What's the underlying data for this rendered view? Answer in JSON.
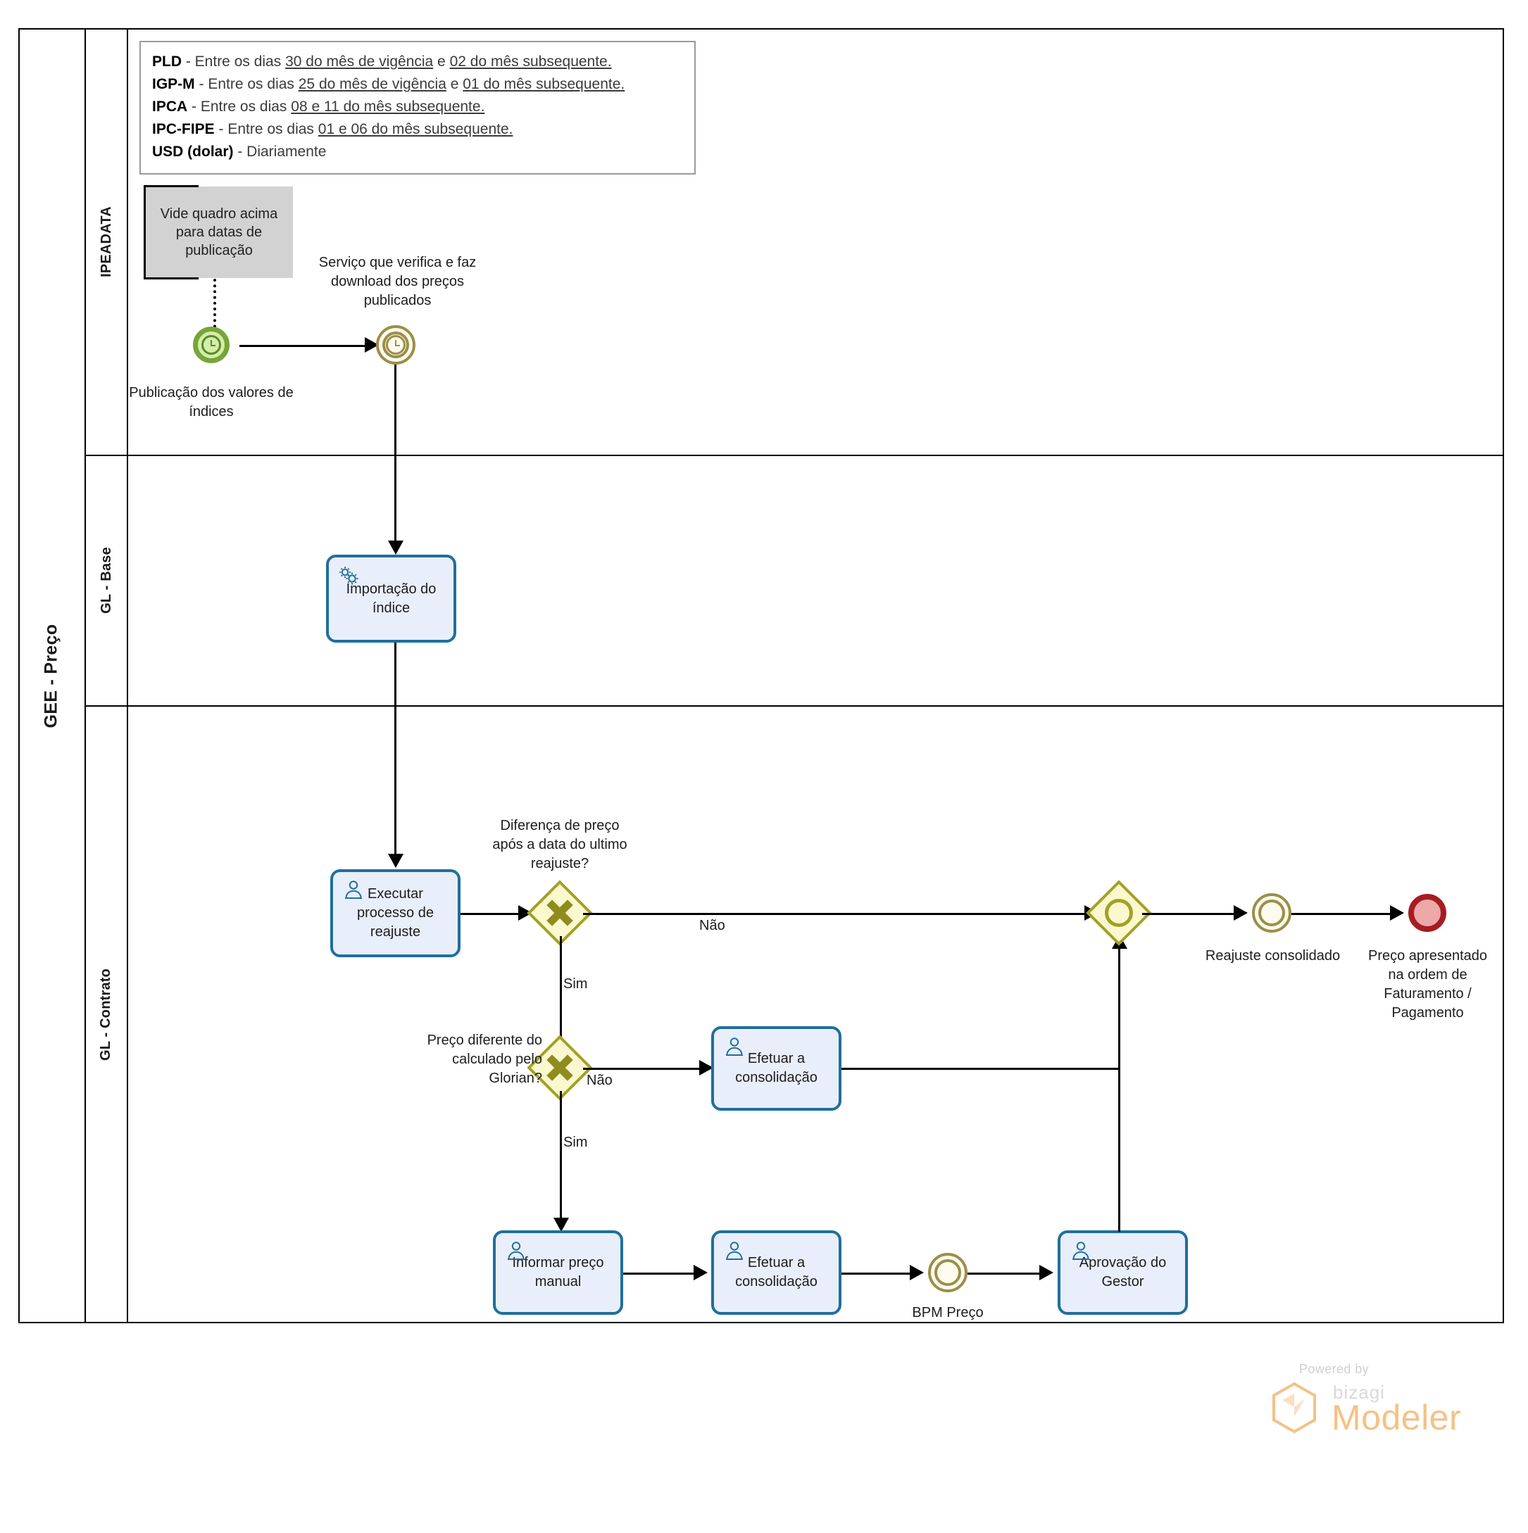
{
  "pool": {
    "label": "GEE - Preço"
  },
  "lanes": [
    {
      "id": "ipeadata",
      "label": "IPEADATA"
    },
    {
      "id": "gl-base",
      "label": "GL - Base"
    },
    {
      "id": "gl-contrato",
      "label": "GL - Contrato"
    }
  ],
  "note_box": {
    "lines": [
      {
        "term": "PLD",
        "dash": " - ",
        "pre": "Entre os dias ",
        "u1": "30 do mês de vigência",
        "mid": " e ",
        "u2": "02 do mês subsequente.",
        "post": ""
      },
      {
        "term": "IGP-M",
        "dash": " - ",
        "pre": "Entre os dias ",
        "u1": "25 do mês de vigência",
        "mid": " e ",
        "u2": "01 do mês subsequente.",
        "post": ""
      },
      {
        "term": "IPCA",
        "dash": " - ",
        "pre": "Entre os dias ",
        "u1": "08 e 11 do mês subsequente.",
        "mid": "",
        "u2": "",
        "post": ""
      },
      {
        "term": "IPC-FIPE",
        "dash": " - ",
        "pre": "Entre os dias ",
        "u1": "01 e 06 do mês subsequente.",
        "mid": "",
        "u2": "",
        "post": ""
      },
      {
        "term": "USD (dolar)",
        "dash": " - ",
        "pre": "Diariamente",
        "u1": "",
        "mid": "",
        "u2": "",
        "post": ""
      }
    ]
  },
  "annotation": {
    "text": "Vide quadro acima para datas de publicação"
  },
  "events": {
    "start_timer": {
      "name": "start-timer-event",
      "label": "Publicação dos valores de índices",
      "icon": "timer-clock-icon",
      "color": "#77a53a",
      "fill": "#d5edab"
    },
    "intermediate_timer": {
      "name": "intermediate-timer-event",
      "label": "Serviço que verifica e faz download dos preços publicados",
      "icon": "timer-clock-icon",
      "color": "#9b8e48",
      "fill": "#fdfbee"
    },
    "bpm_preco": {
      "name": "bpm-preco-event",
      "label": "BPM Preço",
      "color": "#9b8e48",
      "fill": "#fdfbee"
    },
    "reajuste_consolidado": {
      "name": "reajuste-consolidado-event",
      "label": "Reajuste consolidado",
      "color": "#9b8e48",
      "fill": "#fdfbee"
    },
    "end_event": {
      "name": "end-event",
      "label": "Preço apresentado na ordem de Faturamento / Pagamento",
      "color": "#a51d22",
      "fill": "#eda8a8"
    }
  },
  "tasks": {
    "importacao": {
      "label": "Importação do índice",
      "icon": "gear-service-icon",
      "type": "service"
    },
    "executar": {
      "label": "Executar processo de reajuste",
      "icon": "user-task-icon",
      "type": "user"
    },
    "efetuar_top": {
      "label": "Efetuar a consolidação",
      "icon": "user-task-icon",
      "type": "user"
    },
    "informar": {
      "label": "Informar preço manual",
      "icon": "user-task-icon",
      "type": "user"
    },
    "efetuar_bottom": {
      "label": "Efetuar a consolidação",
      "icon": "user-task-icon",
      "type": "user"
    },
    "aprovacao": {
      "label": "Aprovação do Gestor",
      "icon": "user-task-icon",
      "type": "user"
    }
  },
  "gateways": {
    "gw1": {
      "label": "Diferença de preço após a data do ultimo reajuste?",
      "type": "exclusive"
    },
    "gw2": {
      "label": "Preço diferente do calculado pelo Glorian?",
      "type": "exclusive"
    },
    "gw3": {
      "label": "",
      "type": "inclusive"
    }
  },
  "flow_labels": {
    "gw1_no": "Não",
    "gw1_yes": "Sim",
    "gw2_no": "Não",
    "gw2_yes": "Sim"
  },
  "branding": {
    "powered_by": "Powered by",
    "brand": "bizagi",
    "product": "Modeler",
    "accent": "#f5c186"
  },
  "colors": {
    "task_border": "#1f6f9c",
    "task_fill": "#e9eefb",
    "gateway_border": "#a3a025",
    "gateway_fill": "#fbf8cf",
    "start_border": "#77a53a",
    "end_border": "#a51d22"
  }
}
